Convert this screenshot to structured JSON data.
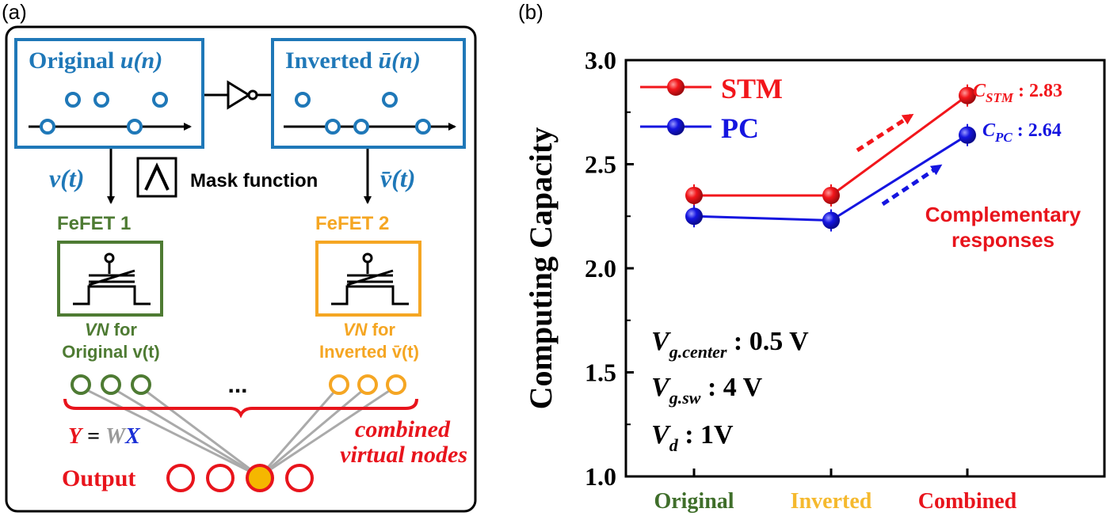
{
  "panel_a": {
    "label": "(a)",
    "original_title": "Original",
    "original_fn": "u(n)",
    "inverted_title": "Inverted",
    "inverted_fn": "ū(n)",
    "v_label": "v(t)",
    "vbar_label": "v̄(t)",
    "mask_label": "Mask function",
    "fefet1": "FeFET 1",
    "fefet2": "FeFET 2",
    "vn1_line1": "VN for",
    "vn1_line2": "Original v(t)",
    "vn2_line1": "VN for",
    "vn2_line2": "Inverted v̄(t)",
    "ellipsis": "...",
    "equation_y": "Y",
    "equation_eq": " = ",
    "equation_w": "W",
    "equation_x": "X",
    "combined_line1": "combined",
    "combined_line2": "virtual nodes",
    "output_label": "Output",
    "colors": {
      "blue": "#1f78b8",
      "green": "#4e7b33",
      "orange": "#f5a623",
      "red": "#e8141c",
      "gray": "#999999"
    }
  },
  "panel_b": {
    "label": "(b)",
    "ylabel": "Computing Capacity",
    "yticks": [
      "1.0",
      "1.5",
      "2.0",
      "2.5",
      "3.0"
    ],
    "xticks": [
      "Original",
      "Inverted",
      "Combined"
    ],
    "xtick_colors": [
      "#3f6e2a",
      "#f5b92e",
      "#e8141c"
    ],
    "legend": [
      {
        "name": "STM",
        "color": "#f2161b"
      },
      {
        "name": "PC",
        "color": "#1515e0"
      }
    ],
    "annot_stm_sub": "STM",
    "annot_stm_val": " : 2.83",
    "annot_pc_sub": "PC",
    "annot_pc_val": " : 2.64",
    "complementary_line1": "Complementary",
    "complementary_line2": "responses",
    "cond1_sub": "g.center",
    "cond1_val": " : 0.5 V",
    "cond2_sub": "g.sw",
    "cond2_val": " : 4 V",
    "cond3_sub": "d",
    "cond3_val": " : 1V",
    "cond_symbol": "V",
    "c_symbol": "C"
  },
  "chart_data": {
    "type": "line",
    "categories": [
      "Original",
      "Inverted",
      "Combined"
    ],
    "series": [
      {
        "name": "STM",
        "values": [
          2.35,
          2.35,
          2.83
        ],
        "color": "#f2161b"
      },
      {
        "name": "PC",
        "values": [
          2.25,
          2.23,
          2.64
        ],
        "color": "#1515e0"
      }
    ],
    "ylabel": "Computing Capacity",
    "ylim": [
      1.0,
      3.0
    ],
    "grid": false,
    "legend": "top-left"
  }
}
